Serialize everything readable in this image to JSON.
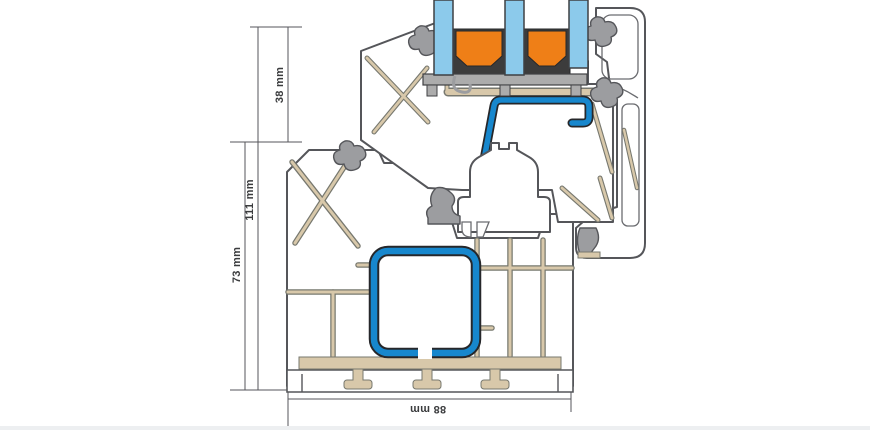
{
  "diagram": {
    "dimensions": {
      "d38": "38 mm",
      "d111": "111 mm",
      "d73": "73 mm",
      "d88": "88 mm"
    },
    "colors": {
      "outline": "#55565a",
      "pvc_white": "#ffffff",
      "web_tan": "#d8c8aa",
      "web_casing": "#77786f",
      "steel_blue": "#1787cd",
      "steel_casing": "#26272a",
      "glass_blue": "#8ccaeb",
      "spacer_orange": "#ef7f17",
      "gasket_gray": "#9c9da0",
      "channel_dark": "#3c3c3c",
      "support_gray": "#acacac",
      "dimension_line": "#55565b"
    }
  }
}
